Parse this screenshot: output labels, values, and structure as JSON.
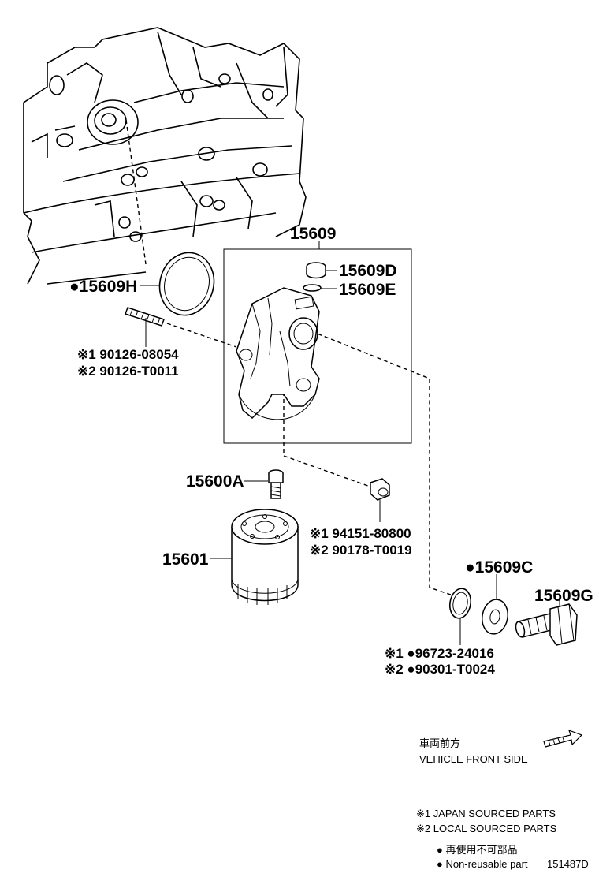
{
  "callouts": {
    "housing": "15609",
    "plug": "15609D",
    "plug_gasket": "15609E",
    "o_ring": "●15609H",
    "stud_jp": "※1 90126-08054",
    "stud_local": "※2 90126-T0011",
    "union": "15600A",
    "filter": "15601",
    "drain_jp": "※1 94151-80800",
    "drain_local": "※2 90178-T0019",
    "washer": "●15609C",
    "bolt": "15609G",
    "gasket_jp": "※1 ●96723-24016",
    "gasket_local": "※2 ●90301-T0024"
  },
  "front_indicator": {
    "jp": "車両前方",
    "en": "VEHICLE FRONT SIDE"
  },
  "legend": {
    "japan": "※1 JAPAN SOURCED PARTS",
    "local": "※2 LOCAL SOURCED PARTS",
    "nonreuse_jp": "● 再使用不可部品",
    "nonreuse_en": "● Non-reusable part",
    "figure_id": "151487D"
  }
}
